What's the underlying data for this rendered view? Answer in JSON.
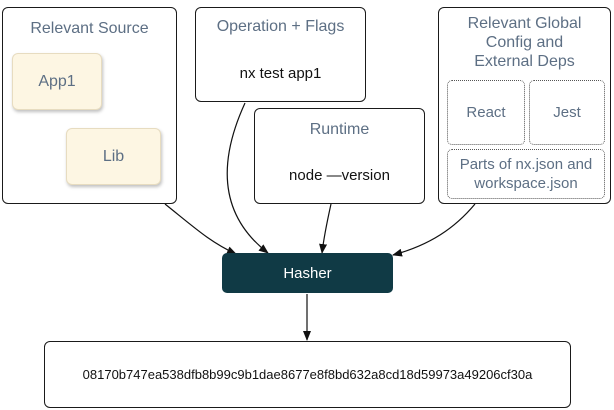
{
  "relevant_source": {
    "title": "Relevant Source",
    "app": "App1",
    "lib": "Lib"
  },
  "operation": {
    "title": "Operation + Flags",
    "command": "nx test app1"
  },
  "runtime": {
    "title": "Runtime",
    "command": "node —version"
  },
  "global_config": {
    "title_line1": "Relevant Global",
    "title_line2": "Config and",
    "title_line3": "External Deps",
    "deps": [
      "React",
      "Jest"
    ],
    "config_line1": "Parts of nx.json and",
    "config_line2": "workspace.json"
  },
  "hasher": {
    "label": "Hasher"
  },
  "hash": {
    "value": "08170b747ea538dfb8b99c9b1dae8677e8f8bd632a8cd18d59973a49206cf30a"
  },
  "colors": {
    "title_text": "#5d6f84",
    "hasher_fill": "#103a45",
    "source_chip_fill": "#fdf6e3"
  }
}
